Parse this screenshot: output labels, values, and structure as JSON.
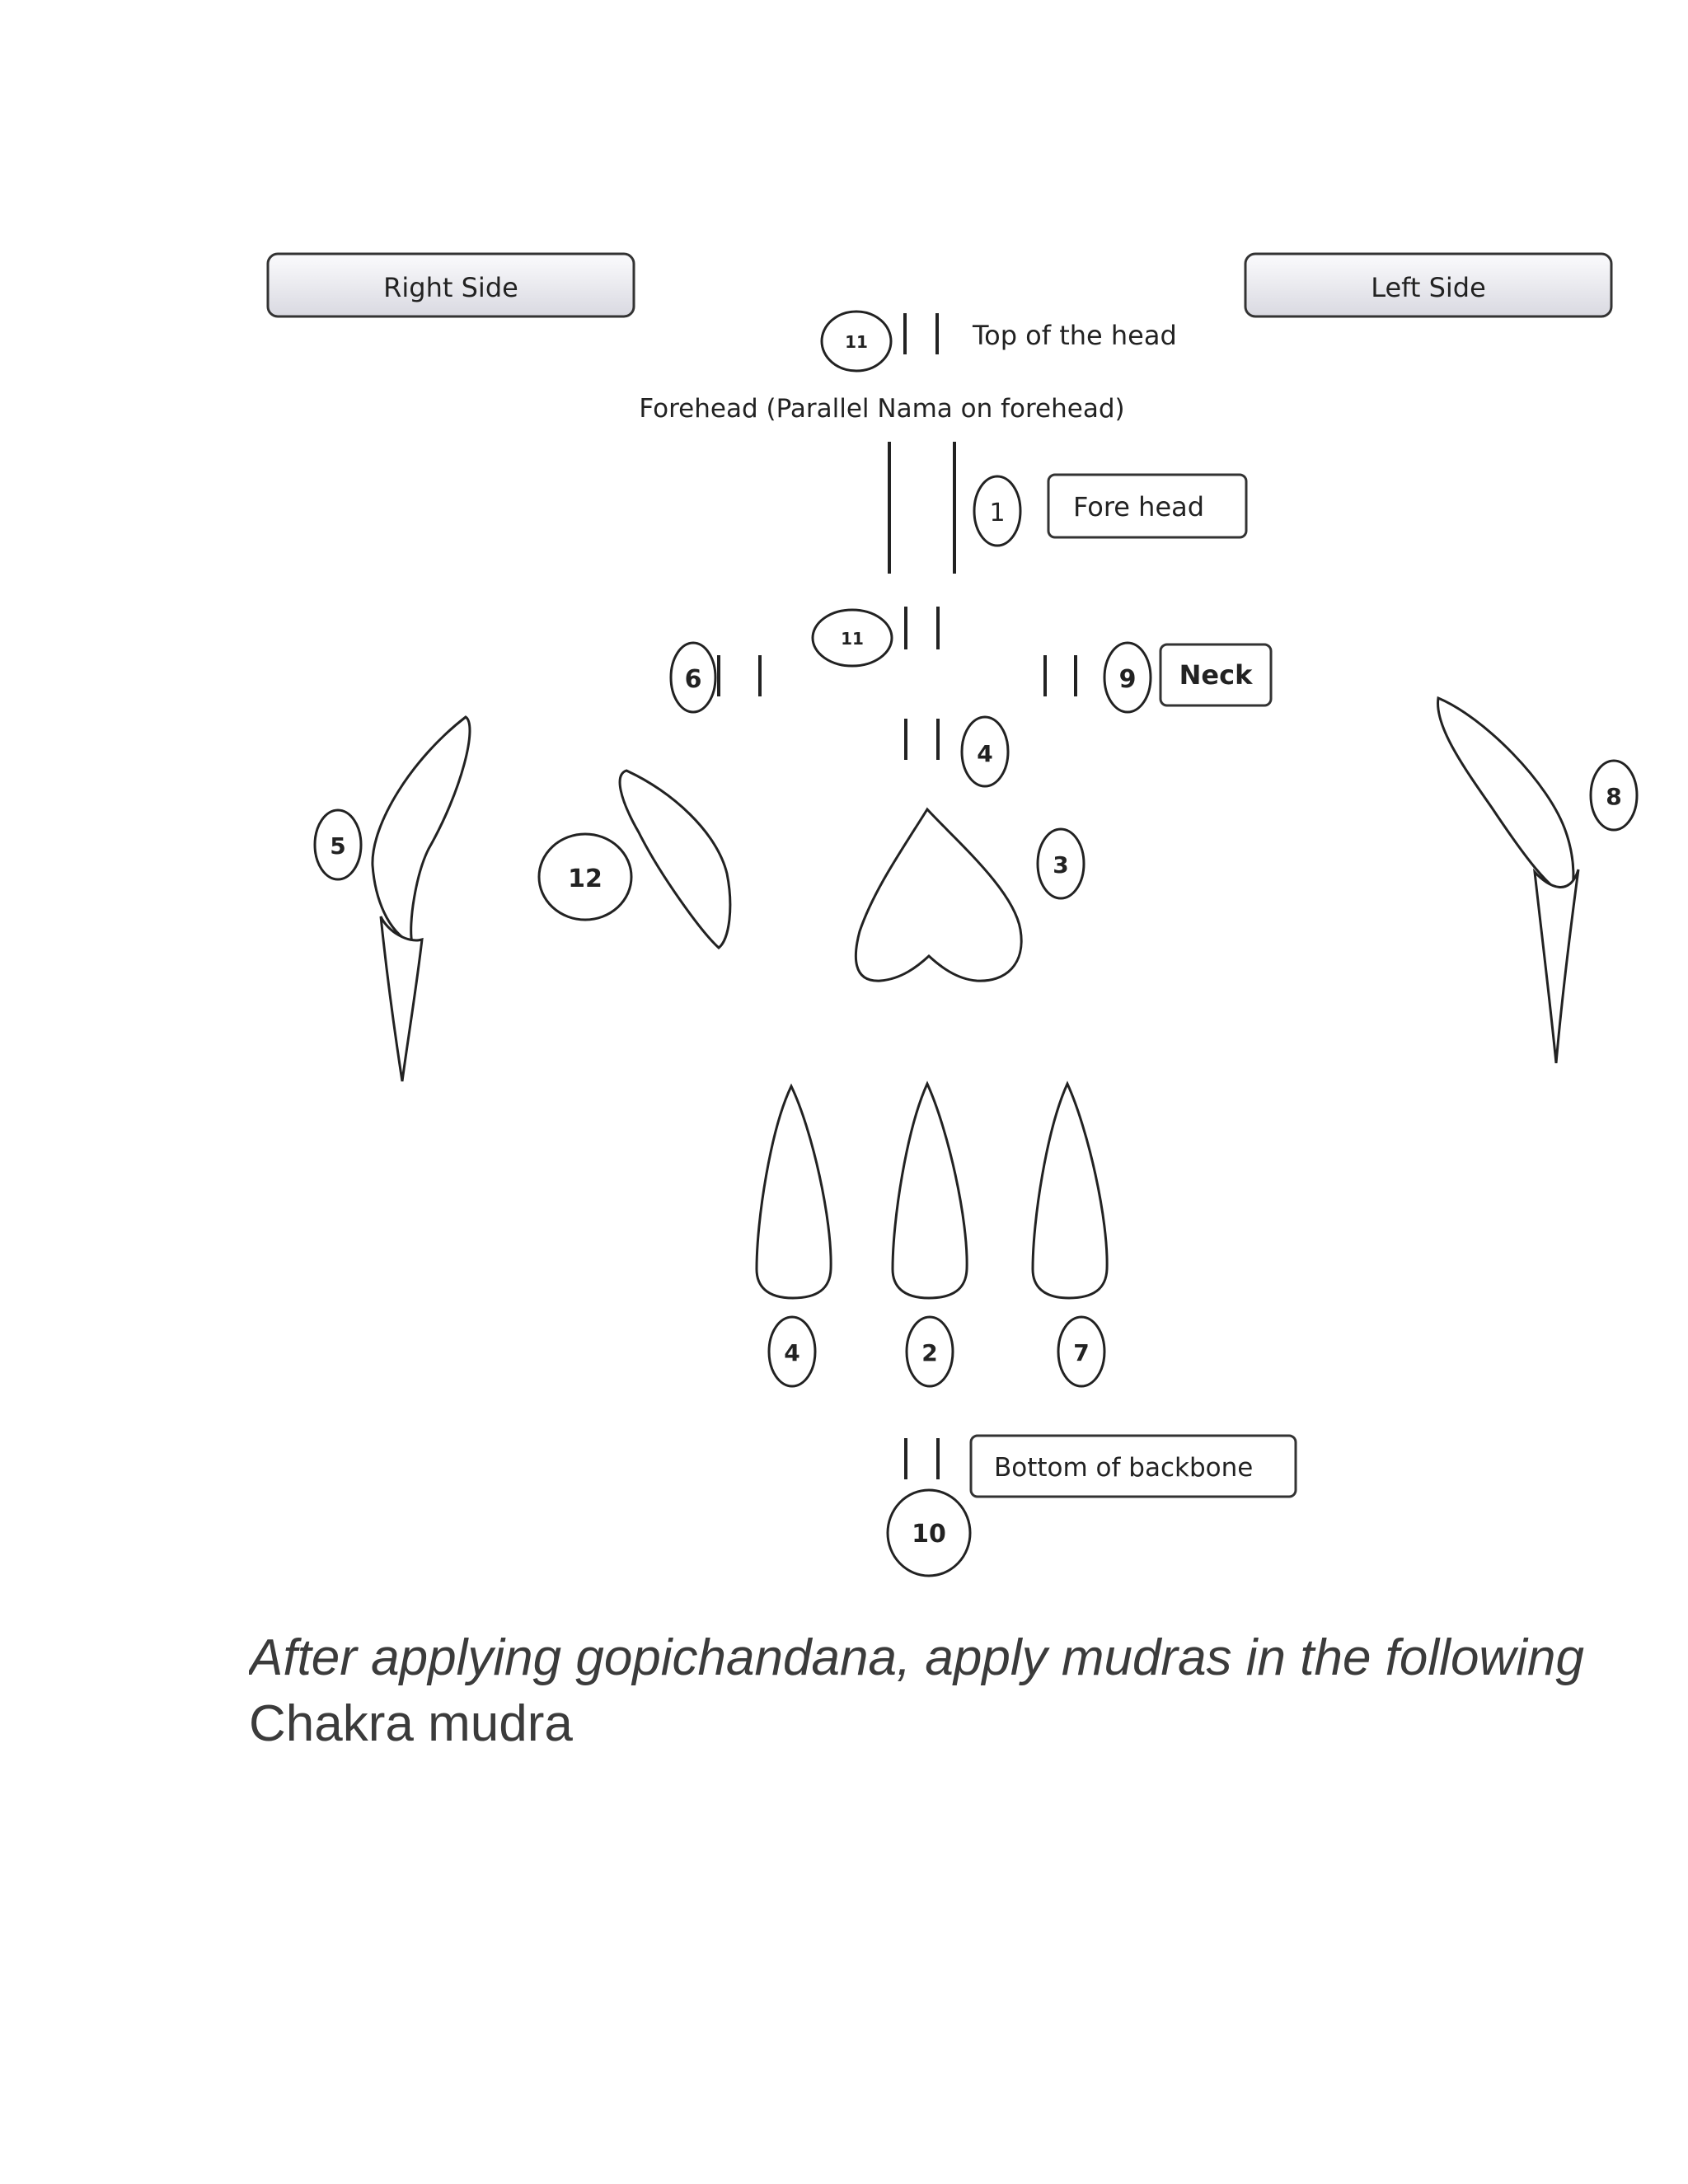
{
  "labels": {
    "right_side": "Right Side",
    "left_side": "Left Side",
    "top_of_head": "Top of the head",
    "forehead_caption": "Forehead (Parallel Nama on forehead)",
    "fore_head": "Fore head",
    "neck": "Neck",
    "bottom_of_backbone": "Bottom of backbone"
  },
  "numbers": {
    "top_head": "11",
    "fore_head": "1",
    "upper_spine": "11",
    "right_neck": "6",
    "left_neck": "9",
    "throat": "4",
    "right_arm": "5",
    "right_chest": "12",
    "heart": "3",
    "left_arm": "8",
    "belly_right": "4",
    "belly_center": "2",
    "belly_left": "7",
    "backbone": "10"
  },
  "caption": {
    "line1": "After applying gopichandana, apply mudras in the following",
    "line2": "Chakra mudra"
  }
}
